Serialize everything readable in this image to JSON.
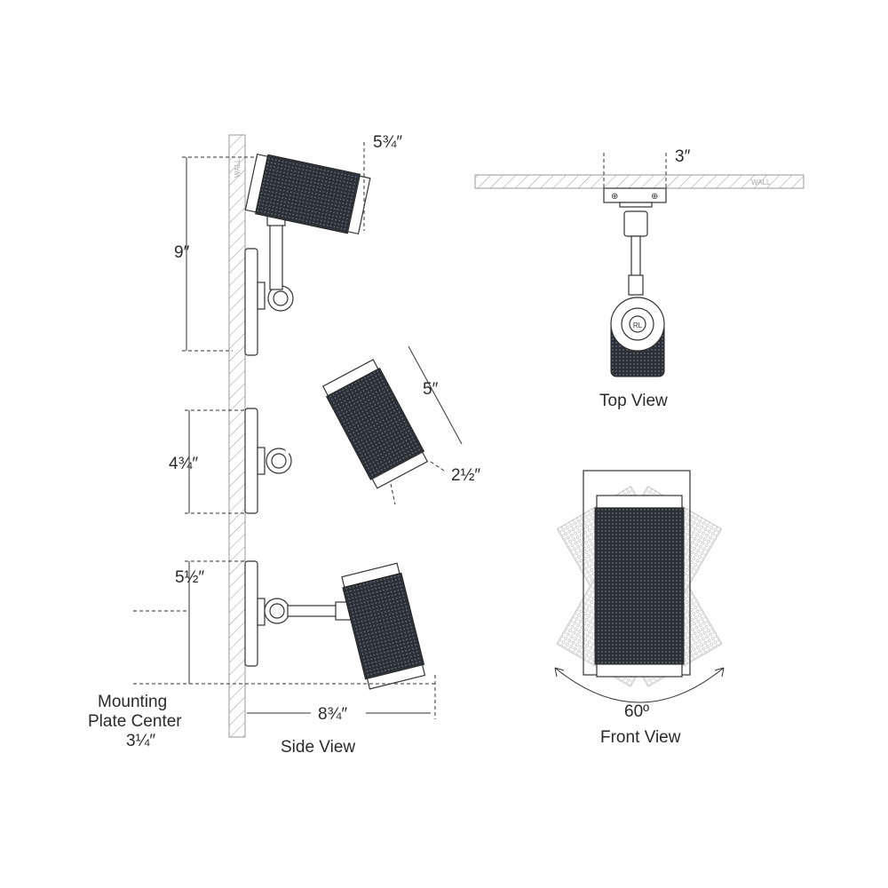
{
  "side_view": {
    "title": "Side View",
    "wall_label": "WALL",
    "dim_top_projection": "5¾″",
    "dim_height_top": "9″",
    "dim_shade_length": "5″",
    "dim_shade_diameter": "2½″",
    "dim_plate_height": "4¾″",
    "dim_center_height": "5½″",
    "mounting_line1": "Mounting",
    "mounting_line2": "Plate Center",
    "mounting_value": "3¼″",
    "dim_extension": "8¾″"
  },
  "top_view": {
    "title": "Top View",
    "wall_label": "WALL",
    "dim_plate_width": "3″",
    "logo": "RL"
  },
  "front_view": {
    "title": "Front View",
    "rotation_angle": "60º"
  },
  "colors": {
    "shade": "#2b3038",
    "line": "#333333",
    "hatch": "#9a9a9a"
  }
}
